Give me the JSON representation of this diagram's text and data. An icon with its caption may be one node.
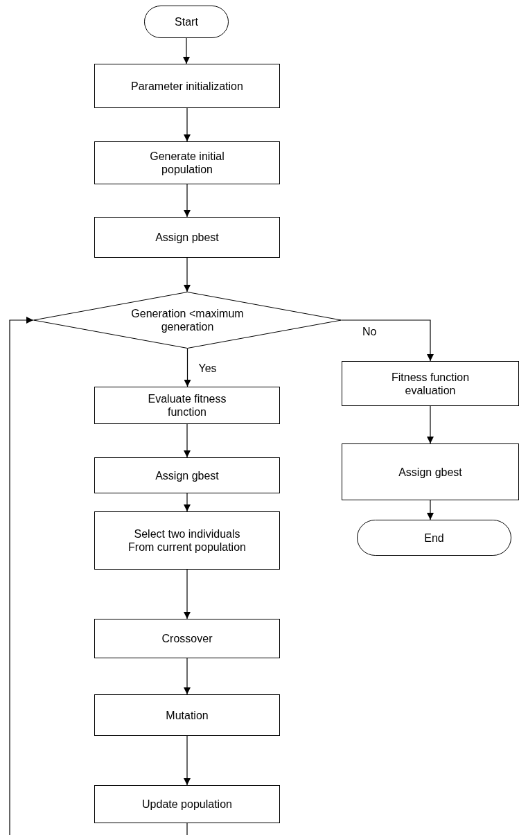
{
  "diagram": {
    "nodes": [
      {
        "text": [
          "Start"
        ]
      },
      {
        "text": [
          "Parameter initialization"
        ]
      },
      {
        "text": [
          "Generate initial population"
        ]
      },
      {
        "text": [
          "Assign pbest"
        ]
      },
      {
        "text": [
          "Generation <maximum generation"
        ]
      },
      {
        "text": [
          "Evaluate fitness function"
        ]
      },
      {
        "text": [
          "Assign gbest"
        ]
      },
      {
        "text": [
          "Select two individuals From current population"
        ]
      },
      {
        "text": [
          "Crossover"
        ]
      },
      {
        "text": [
          "Mutation"
        ]
      },
      {
        "text": [
          "Update population"
        ]
      },
      {
        "text": [
          "Fitness function evaluation"
        ]
      },
      {
        "text": [
          "Assign gbest"
        ]
      },
      {
        "text": [
          "End"
        ]
      }
    ],
    "edges": [
      {
        "from": 0,
        "to": 1,
        "arrow": "to"
      },
      {
        "from": 1,
        "to": 2,
        "arrow": "to"
      },
      {
        "from": 2,
        "to": 3,
        "arrow": "to"
      },
      {
        "from": 3,
        "to": 4,
        "arrow": "to"
      },
      {
        "from": 4,
        "to": 5,
        "arrow": "to",
        "label": "Yes"
      },
      {
        "from": 5,
        "to": 6,
        "arrow": "to"
      },
      {
        "from": 6,
        "to": 7,
        "arrow": "to"
      },
      {
        "from": 7,
        "to": 8,
        "arrow": "to"
      },
      {
        "from": 8,
        "to": 9,
        "arrow": "to"
      },
      {
        "from": 9,
        "to": 10,
        "arrow": "to"
      },
      {
        "from": 10,
        "to": 4,
        "arrow": "to"
      },
      {
        "from": 4,
        "to": 11,
        "arrow": "to",
        "label": "No"
      },
      {
        "from": 11,
        "to": 12,
        "arrow": "to"
      },
      {
        "from": 12,
        "to": 13,
        "arrow": "to"
      }
    ]
  }
}
